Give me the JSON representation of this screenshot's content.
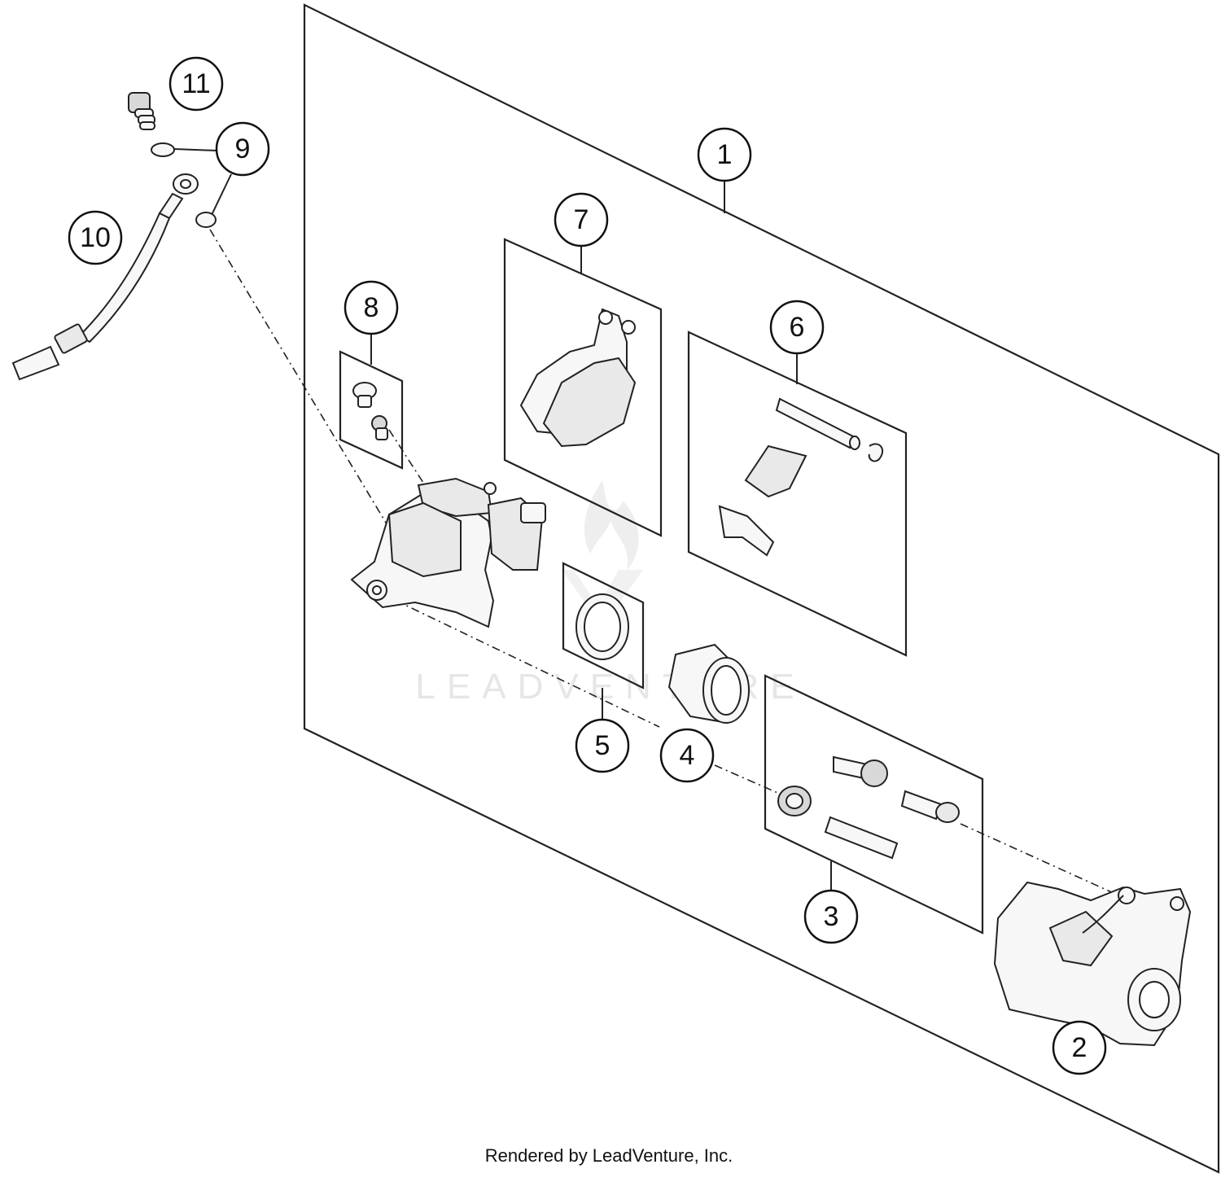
{
  "callouts": [
    {
      "id": "1",
      "label": "1"
    },
    {
      "id": "2",
      "label": "2"
    },
    {
      "id": "3",
      "label": "3"
    },
    {
      "id": "4",
      "label": "4"
    },
    {
      "id": "5",
      "label": "5"
    },
    {
      "id": "6",
      "label": "6"
    },
    {
      "id": "7",
      "label": "7"
    },
    {
      "id": "8",
      "label": "8"
    },
    {
      "id": "9",
      "label": "9"
    },
    {
      "id": "10",
      "label": "10"
    },
    {
      "id": "11",
      "label": "11"
    }
  ],
  "watermark": {
    "text": "LEADVENTURE"
  },
  "credit": {
    "text": "Rendered by LeadVenture, Inc."
  },
  "colors": {
    "ink": "#222222",
    "background": "#ffffff",
    "watermark": "#e6e6e6"
  }
}
